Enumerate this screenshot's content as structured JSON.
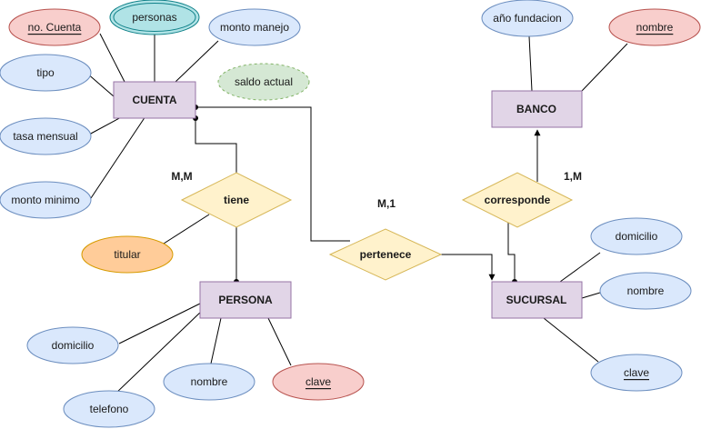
{
  "colors": {
    "entity_fill": "#e1d5e7",
    "entity_stroke": "#9673a6",
    "attr_fill": "#dae8fc",
    "attr_stroke": "#6c8ebf",
    "key_fill": "#f8cecc",
    "key_stroke": "#b85450",
    "multi_fill": "#b0e3e6",
    "multi_stroke": "#0e8088",
    "derived_fill": "#d5e8d4",
    "derived_stroke": "#82b366",
    "titular_fill": "#ffcc99",
    "titular_stroke": "#d79b00",
    "rel_fill": "#fff2cc",
    "rel_stroke": "#d6b656"
  },
  "entities": {
    "cuenta": "CUENTA",
    "banco": "BANCO",
    "persona": "PERSONA",
    "sucursal": "SUCURSAL"
  },
  "relationships": {
    "tiene": "tiene",
    "pertenece": "pertenece",
    "corresponde": "corresponde"
  },
  "attributes": {
    "no_cuenta": "no. Cuenta",
    "personas": "personas",
    "monto_manejo": "monto manejo",
    "tipo": "tipo",
    "saldo_actual": "saldo actual",
    "tasa_mensual": "tasa mensual",
    "monto_minimo": "monto minimo",
    "titular": "titular",
    "persona_domicilio": "domicilio",
    "persona_telefono": "telefono",
    "persona_nombre": "nombre",
    "persona_clave": "clave",
    "anio_fundacion": "año fundacion",
    "banco_nombre": "nombre",
    "sucursal_domicilio": "domicilio",
    "sucursal_nombre": "nombre",
    "sucursal_clave": "clave"
  },
  "cardinalities": {
    "tiene": "M,M",
    "pertenece": "M,1",
    "corresponde": "1,M"
  }
}
